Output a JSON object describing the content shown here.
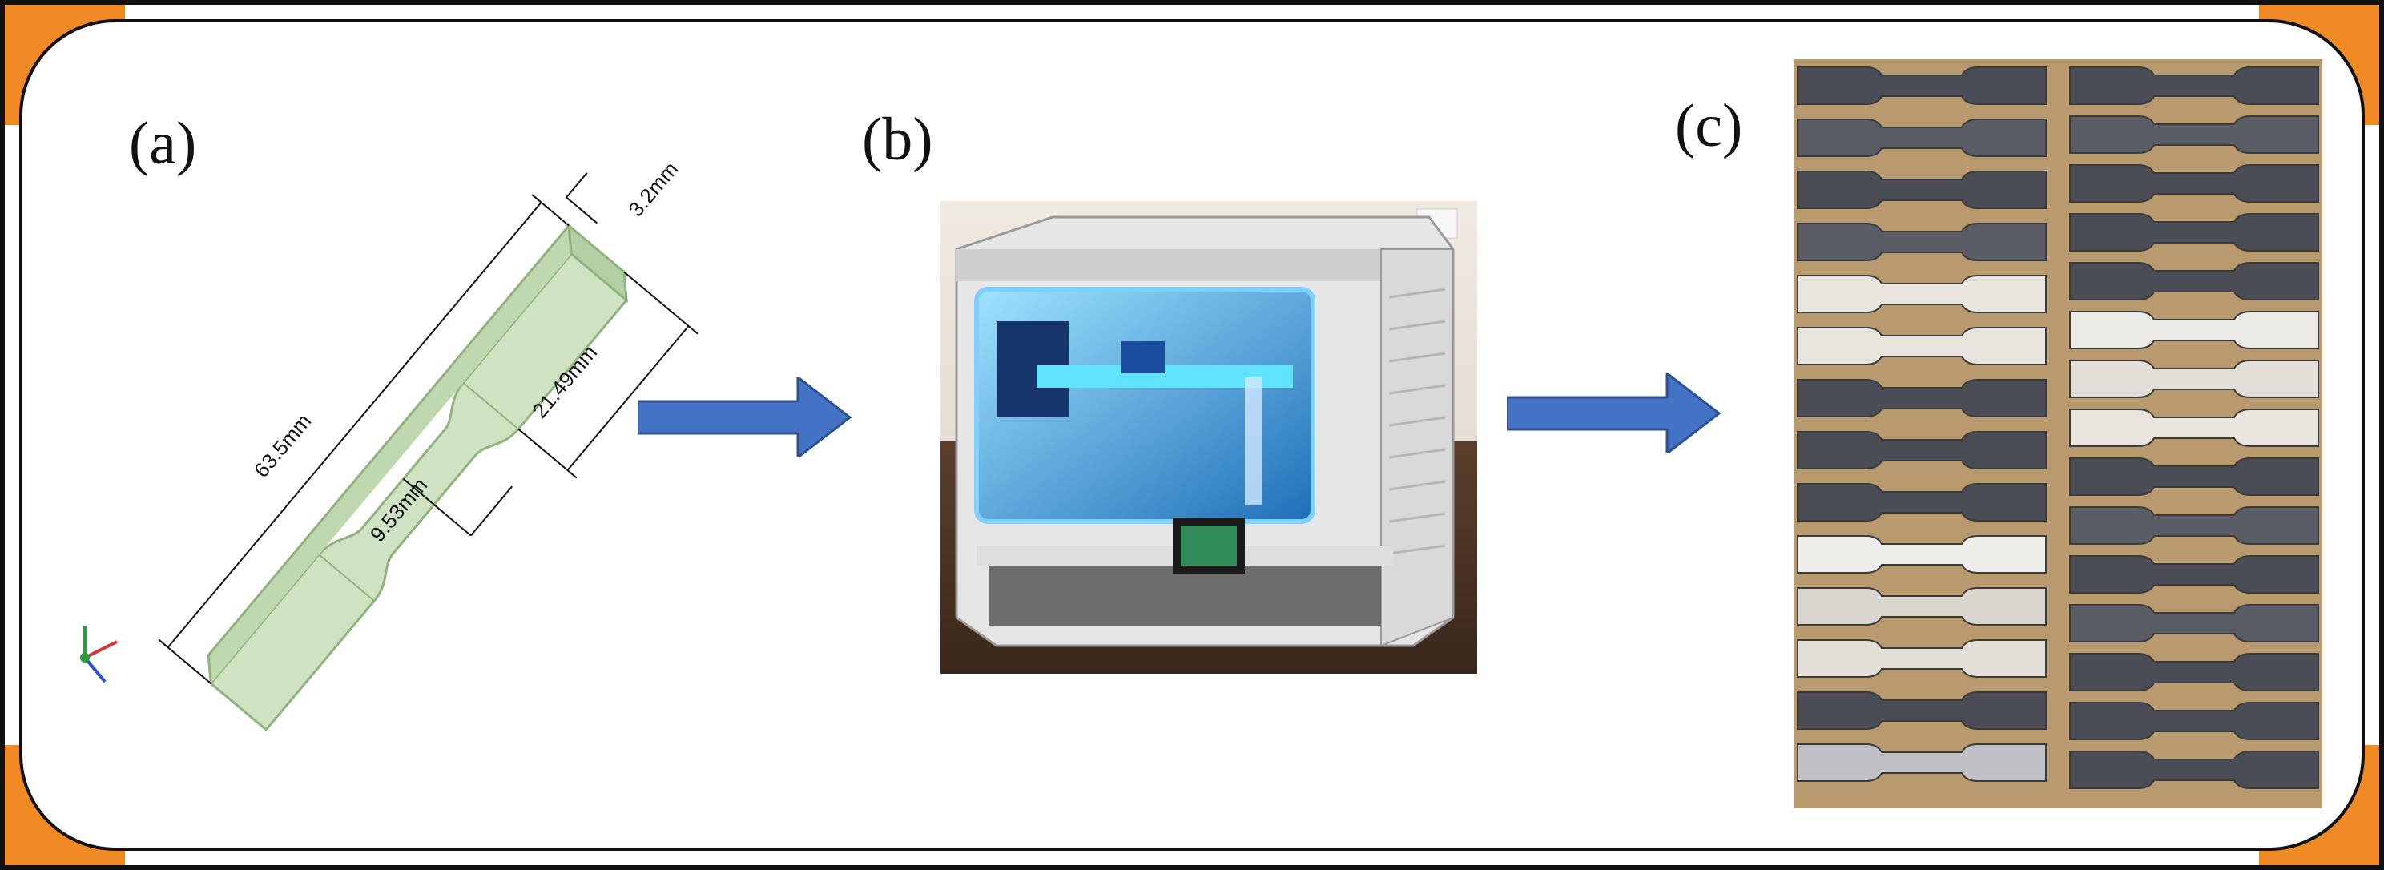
{
  "labels": {
    "a": "(a)",
    "b": "(b)",
    "c": "(c)"
  },
  "dimensions": {
    "thickness": "3.2mm",
    "grip_length": "21.49mm",
    "total_length": "63.5mm",
    "gauge_width": "9.53mm"
  },
  "colors": {
    "frame_corner": "#F08A24",
    "arrow_fill": "#4472C4",
    "arrow_stroke": "#2F528F",
    "specimen_fill": "#CFE3C2",
    "specimen_stroke": "#8FB27E"
  },
  "icons": {
    "arrow_1": "right-arrow-icon",
    "arrow_2": "right-arrow-icon"
  }
}
